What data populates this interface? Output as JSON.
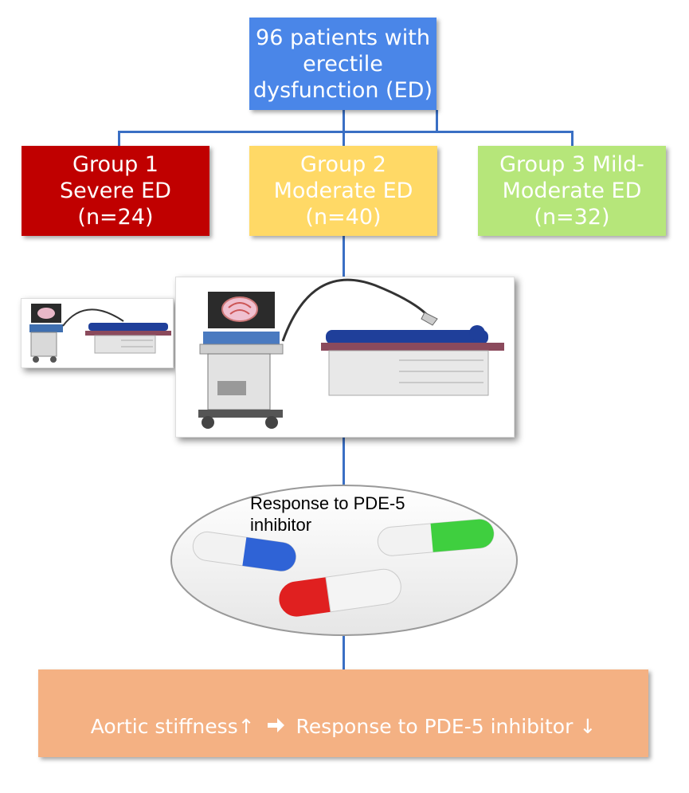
{
  "top_box": {
    "text": "96 patients with\nerectile\ndysfunction (ED)",
    "color": "#4a86e8"
  },
  "groups": [
    {
      "text": "Group 1\nSevere ED\n(n=24)",
      "color": "#c00000"
    },
    {
      "text": "Group 2\nModerate ED\n(n=40)",
      "color": "#ffd966"
    },
    {
      "text": "Group 3 Mild-\nModerate ED\n(n=32)",
      "color": "#b6e67a"
    }
  ],
  "ultrasound_images": {
    "small": "echocardiography-setup-small",
    "large": "echocardiography-setup-large"
  },
  "oval": {
    "text": "Response to PDE-5\ninhibitor"
  },
  "bottom_box": {
    "prefix": "Aortic stiffness",
    "up_arrow": "↑",
    "middle": "Response to PDE-5 inhibitor",
    "down_arrow": "↓",
    "color": "#f4b183"
  },
  "line_color": "#3a6fc4"
}
